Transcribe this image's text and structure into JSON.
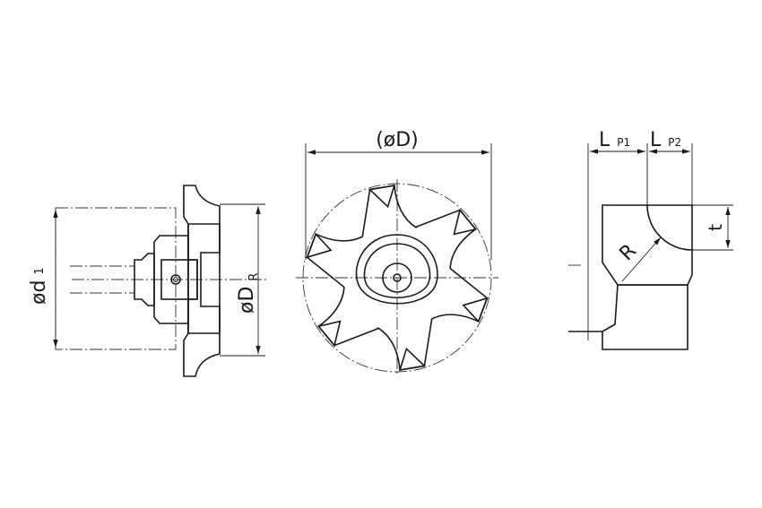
{
  "labels": {
    "d1": {
      "main": "ød",
      "sub": "1"
    },
    "DR": {
      "main": "øD",
      "sub": "R"
    },
    "D": {
      "main": "(øD)"
    },
    "LP1": {
      "main": "L",
      "sub": "P1"
    },
    "LP2": {
      "main": "L",
      "sub": "P2"
    },
    "R": {
      "main": "R"
    },
    "t": {
      "main": "t"
    }
  },
  "colors": {
    "line": "#1a1a1a",
    "background": "#ffffff"
  }
}
